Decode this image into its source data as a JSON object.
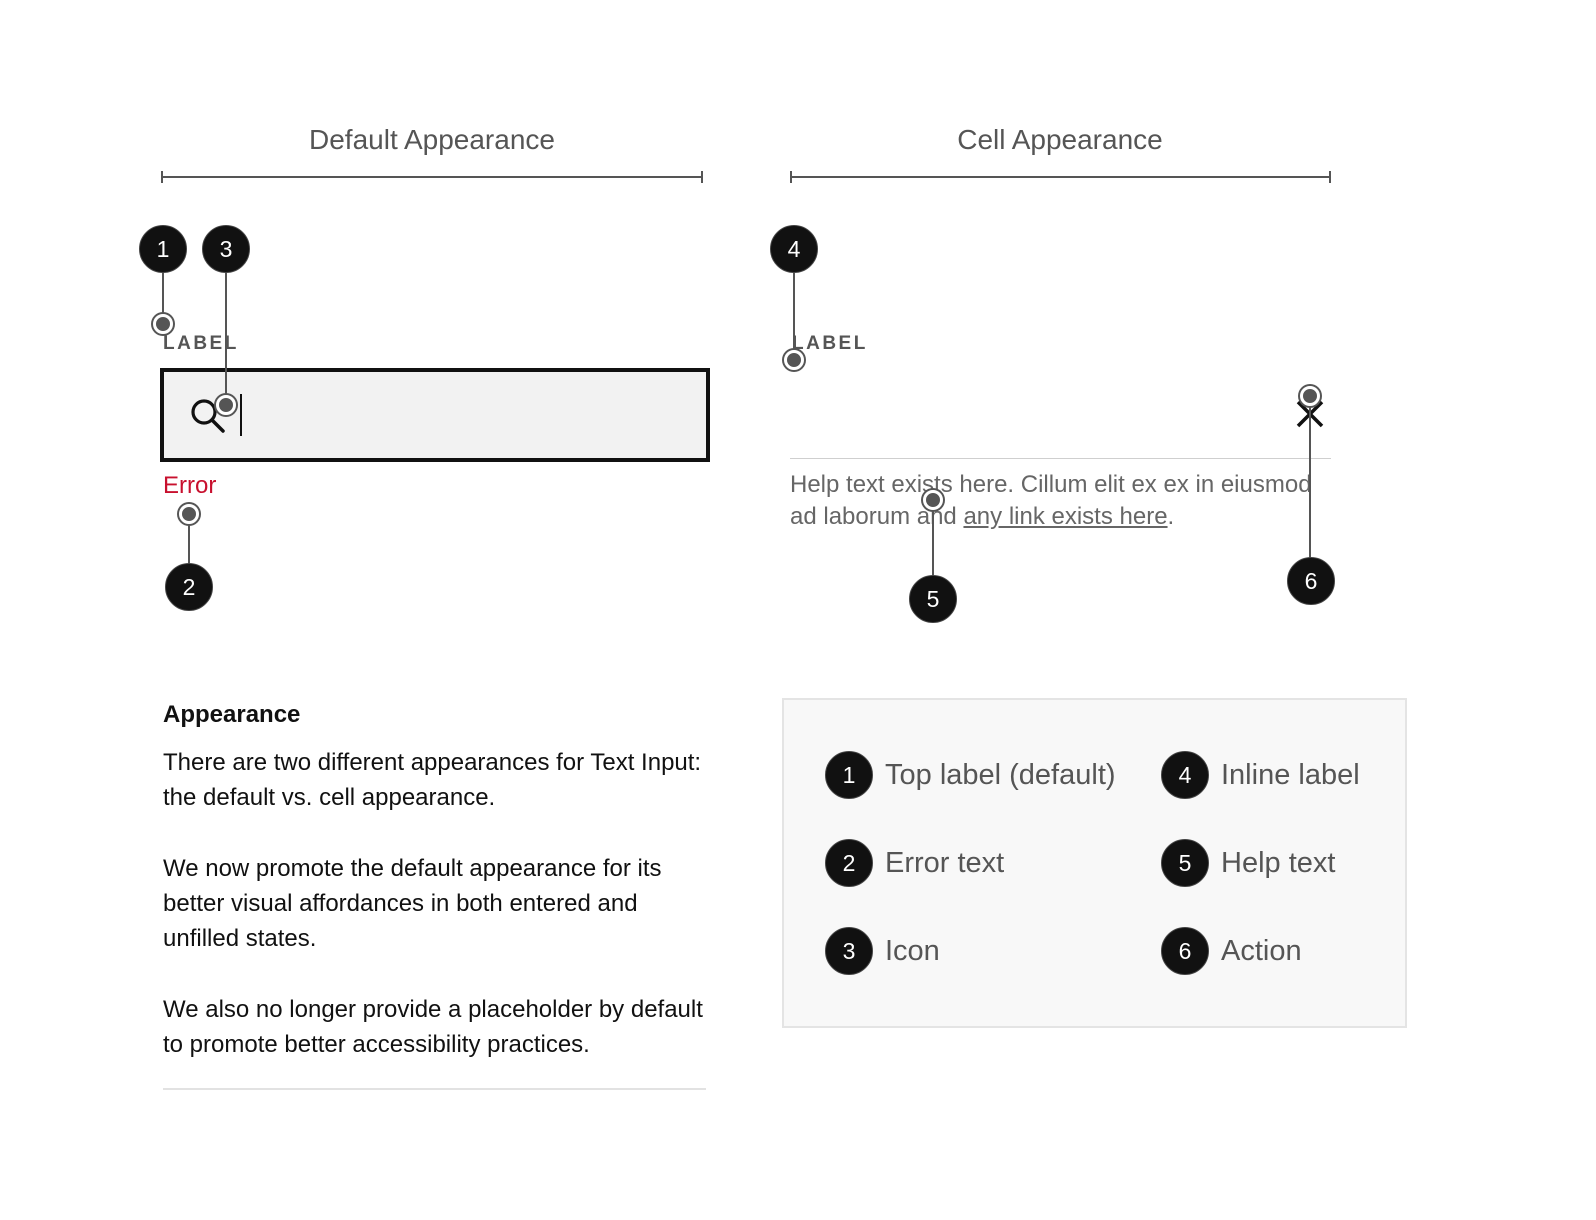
{
  "sections": {
    "default_title": "Default Appearance",
    "cell_title": "Cell Appearance"
  },
  "default_input": {
    "label": "LABEL",
    "error": "Error",
    "icon": "search-icon"
  },
  "cell_input": {
    "label": "LABEL",
    "action_icon": "close-icon",
    "help_text_before": "Help text exists here. Cillum elit ex ex in eiusmod ad laborum and ",
    "help_link": "any link exists here",
    "help_text_after": "."
  },
  "callouts": {
    "n1": "1",
    "n2": "2",
    "n3": "3",
    "n4": "4",
    "n5": "5",
    "n6": "6"
  },
  "description": {
    "heading": "Appearance",
    "paragraphs": [
      "There are two different appearances for Text Input: the default vs. cell appearance.",
      "We now promote the default appearance for its better visual affordances in both entered and unfilled states.",
      "We also no longer provide a placeholder by default to promote better accessibility practices."
    ]
  },
  "legend": [
    {
      "number": "1",
      "label": "Top label (default)"
    },
    {
      "number": "2",
      "label": "Error text"
    },
    {
      "number": "3",
      "label": "Icon"
    },
    {
      "number": "4",
      "label": "Inline label"
    },
    {
      "number": "5",
      "label": "Help text"
    },
    {
      "number": "6",
      "label": "Action"
    }
  ],
  "colors": {
    "error": "#c8102e",
    "badge": "#111111",
    "input_bg": "#f2f2f2",
    "legend_bg": "#f8f8f8"
  }
}
